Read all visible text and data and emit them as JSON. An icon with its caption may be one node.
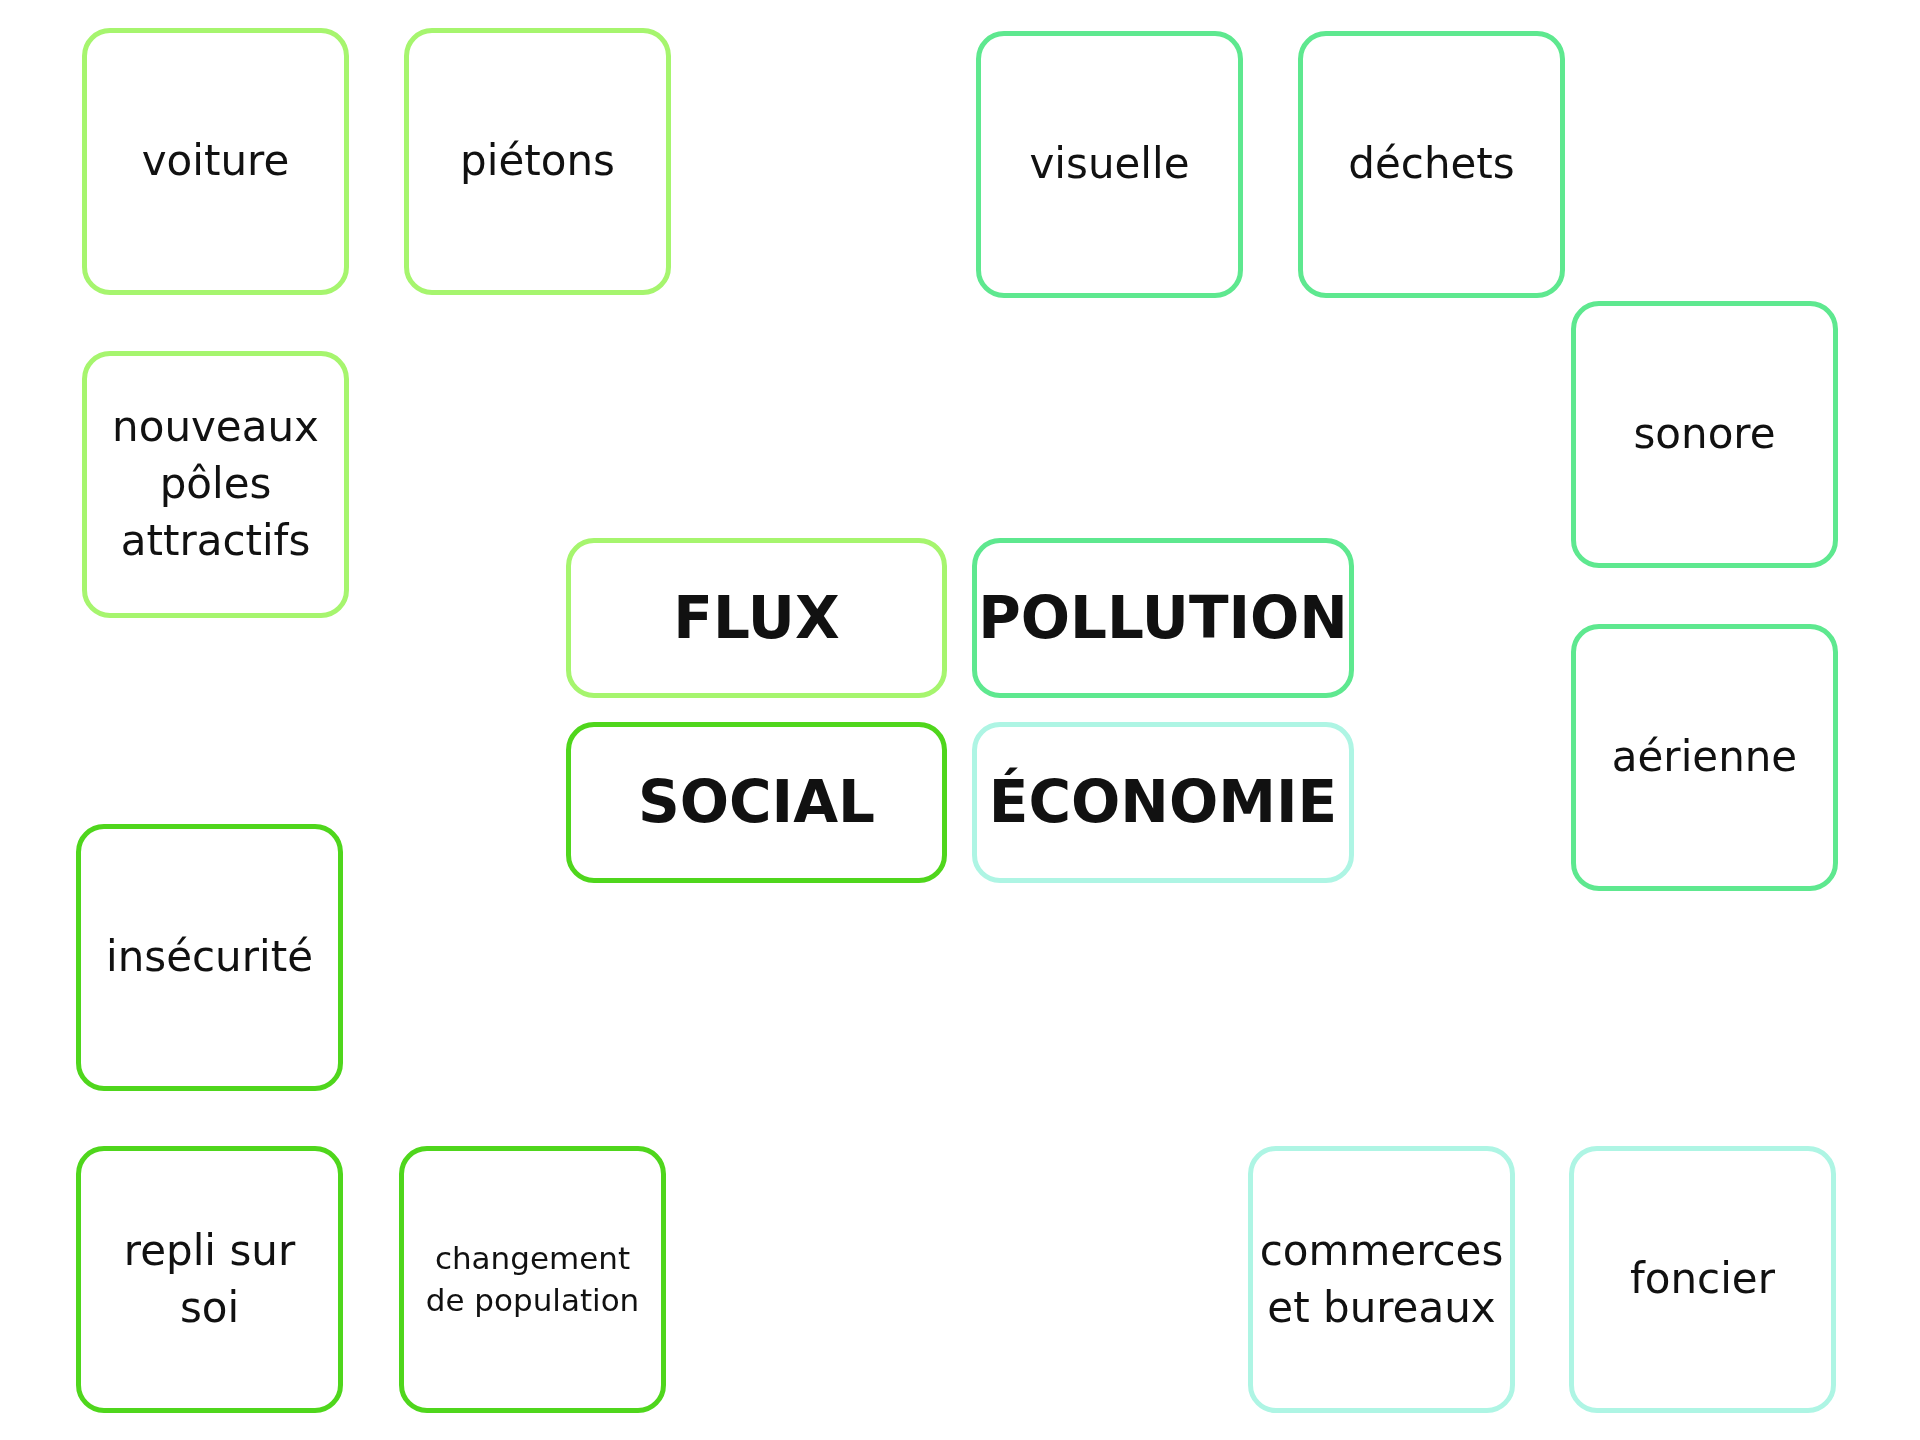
{
  "diagram": {
    "nodes": [
      {
        "text": [
          "voiture"
        ]
      },
      {
        "text": [
          "piétons"
        ]
      },
      {
        "text": [
          "visuelle"
        ]
      },
      {
        "text": [
          "déchets"
        ]
      },
      {
        "text": [
          "sonore"
        ]
      },
      {
        "text": [
          "nouveaux pôles attractifs"
        ]
      },
      {
        "text": [
          "FLUX"
        ]
      },
      {
        "text": [
          "POLLUTION"
        ]
      },
      {
        "text": [
          "aérienne"
        ]
      },
      {
        "text": [
          "SOCIAL"
        ]
      },
      {
        "text": [
          "ÉCONOMIE"
        ]
      },
      {
        "text": [
          "insécurité"
        ]
      },
      {
        "text": [
          "repli sur soi"
        ]
      },
      {
        "text": [
          "changement de population"
        ]
      },
      {
        "text": [
          "commerces et bureaux"
        ]
      },
      {
        "text": [
          "foncier"
        ]
      }
    ]
  }
}
